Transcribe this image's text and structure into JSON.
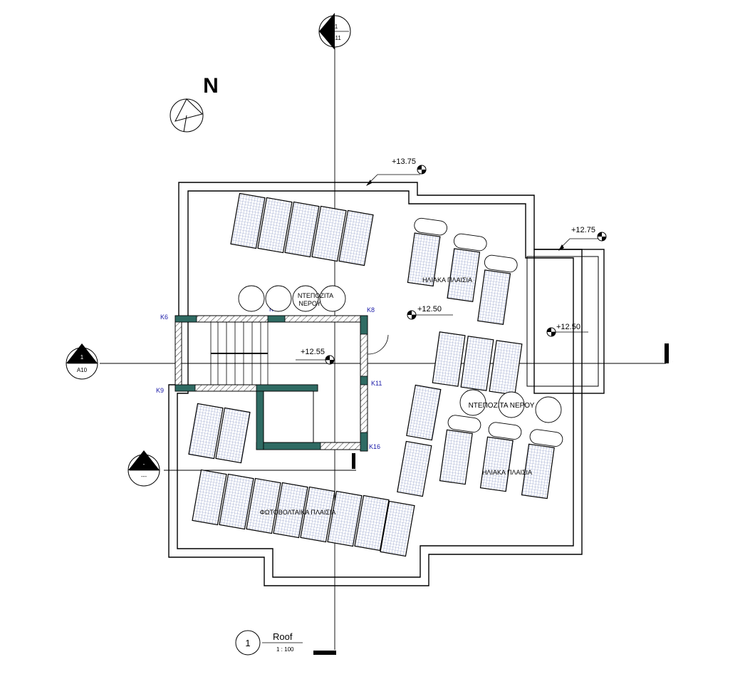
{
  "north_label": "N",
  "section_marks": {
    "top": {
      "number": "1",
      "sheet": "A11"
    },
    "left": {
      "number": "1",
      "sheet": "A10"
    },
    "lower": {
      "number": "-",
      "sheet": "---"
    },
    "right_label": "I"
  },
  "levels": {
    "roof_top": "+13.75",
    "annex": "+12.75",
    "terrace": "+12.50",
    "annex_floor": "+12.50",
    "stair_core": "+12.55"
  },
  "columns": [
    "K6",
    "K7",
    "K8",
    "K9",
    "K11",
    "K16"
  ],
  "labels": {
    "tanks_top_line1": "ΝΤΕΠΟΖΙΤΑ",
    "tanks_top_line2": "ΝΕΡΟΥ",
    "tanks_right": "ΝΤΕΠΟΖΙΤΑ  ΝΕΡΟΥ",
    "solar_top": "ΗΛΙΑΚΑ ΠΛΑΙΣΙΑ",
    "solar_bottom": "ΗΛΙΑΚΑ ΠΛΑΙΣΙΑ",
    "pv": "ΦΩΤΟΒΟΛΤΑΙΚΑ ΠΛΑΙΣΙΑ"
  },
  "title_block": {
    "number": "1",
    "name": "Roof",
    "scale": "1 : 100"
  }
}
